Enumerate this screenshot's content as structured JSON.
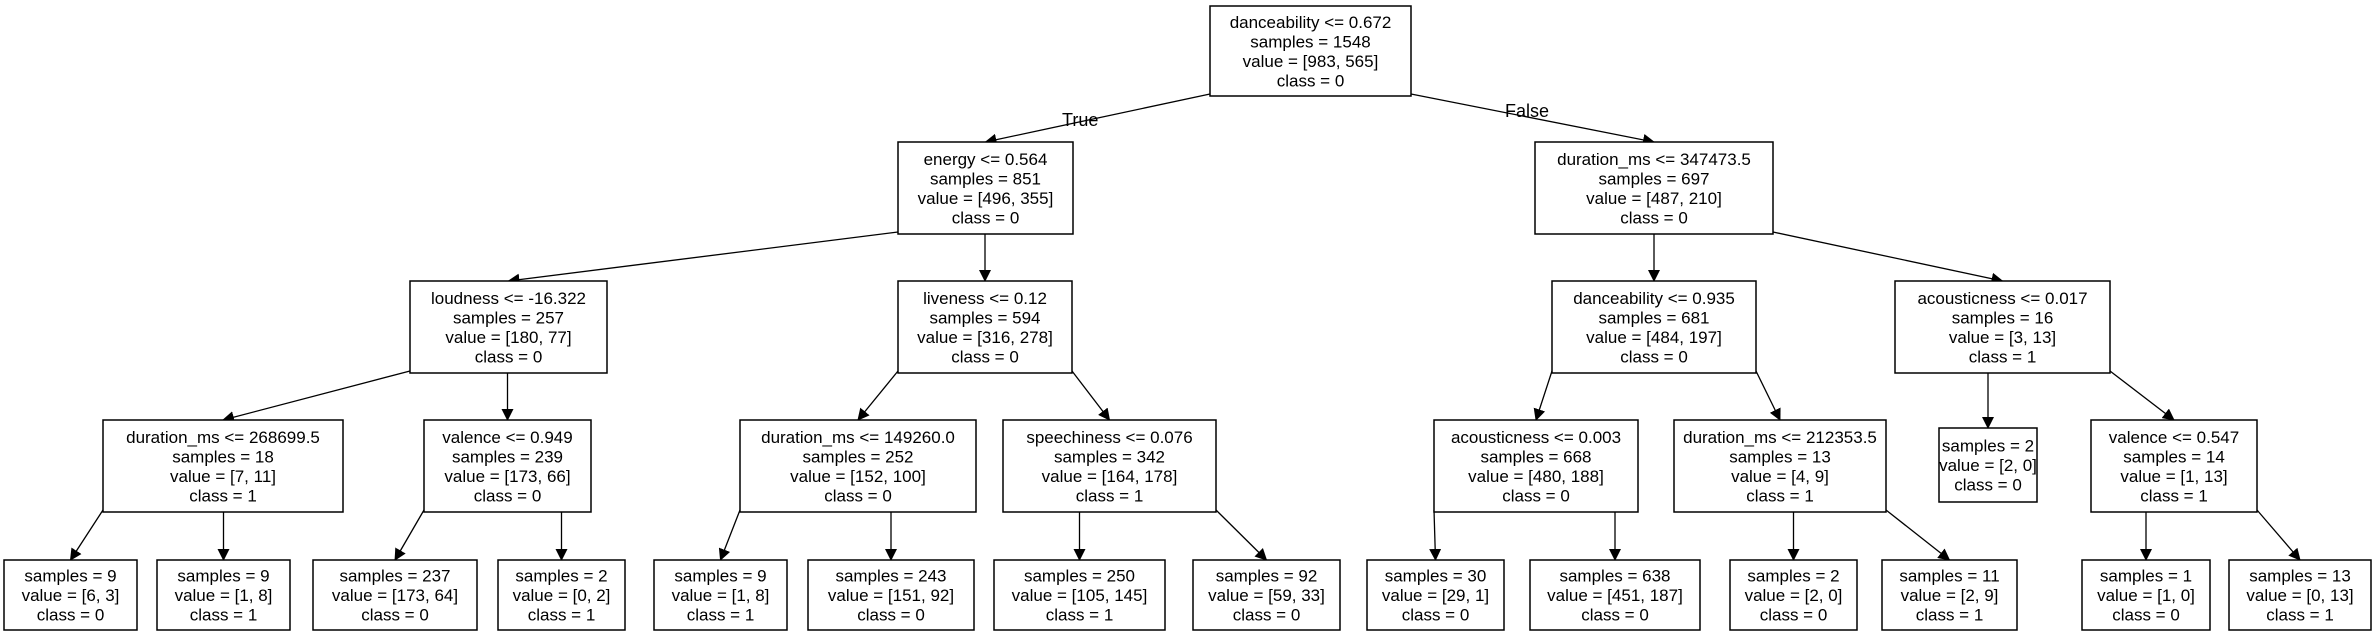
{
  "edge_labels": {
    "true_label": "True",
    "false_label": "False"
  },
  "nodes": [
    {
      "id": "n0",
      "lines": [
        "danceability <= 0.672",
        "samples = 1548",
        "value = [983, 565]",
        "class = 0"
      ]
    },
    {
      "id": "n1",
      "lines": [
        "energy <= 0.564",
        "samples = 851",
        "value = [496, 355]",
        "class = 0"
      ]
    },
    {
      "id": "n2",
      "lines": [
        "duration_ms <= 347473.5",
        "samples = 697",
        "value = [487, 210]",
        "class = 0"
      ]
    },
    {
      "id": "n3",
      "lines": [
        "loudness <= -16.322",
        "samples = 257",
        "value = [180, 77]",
        "class = 0"
      ]
    },
    {
      "id": "n4",
      "lines": [
        "liveness <= 0.12",
        "samples = 594",
        "value = [316, 278]",
        "class = 0"
      ]
    },
    {
      "id": "n5",
      "lines": [
        "danceability <= 0.935",
        "samples = 681",
        "value = [484, 197]",
        "class = 0"
      ]
    },
    {
      "id": "n6",
      "lines": [
        "acousticness <= 0.017",
        "samples = 16",
        "value = [3, 13]",
        "class = 1"
      ]
    },
    {
      "id": "n7",
      "lines": [
        "duration_ms <= 268699.5",
        "samples = 18",
        "value = [7, 11]",
        "class = 1"
      ]
    },
    {
      "id": "n8",
      "lines": [
        "valence <= 0.949",
        "samples = 239",
        "value = [173, 66]",
        "class = 0"
      ]
    },
    {
      "id": "n9",
      "lines": [
        "duration_ms <= 149260.0",
        "samples = 252",
        "value = [152, 100]",
        "class = 0"
      ]
    },
    {
      "id": "n10",
      "lines": [
        "speechiness <= 0.076",
        "samples = 342",
        "value = [164, 178]",
        "class = 1"
      ]
    },
    {
      "id": "n11",
      "lines": [
        "acousticness <= 0.003",
        "samples = 668",
        "value = [480, 188]",
        "class = 0"
      ]
    },
    {
      "id": "n12",
      "lines": [
        "duration_ms <= 212353.5",
        "samples = 13",
        "value = [4, 9]",
        "class = 1"
      ]
    },
    {
      "id": "n13",
      "lines": [
        "samples = 2",
        "value = [2, 0]",
        "class = 0"
      ]
    },
    {
      "id": "n14",
      "lines": [
        "valence <= 0.547",
        "samples = 14",
        "value = [1, 13]",
        "class = 1"
      ]
    },
    {
      "id": "n15",
      "lines": [
        "samples = 9",
        "value = [6, 3]",
        "class = 0"
      ]
    },
    {
      "id": "n16",
      "lines": [
        "samples = 9",
        "value = [1, 8]",
        "class = 1"
      ]
    },
    {
      "id": "n17",
      "lines": [
        "samples = 237",
        "value = [173, 64]",
        "class = 0"
      ]
    },
    {
      "id": "n18",
      "lines": [
        "samples = 2",
        "value = [0, 2]",
        "class = 1"
      ]
    },
    {
      "id": "n19",
      "lines": [
        "samples = 9",
        "value = [1, 8]",
        "class = 1"
      ]
    },
    {
      "id": "n20",
      "lines": [
        "samples = 243",
        "value = [151, 92]",
        "class = 0"
      ]
    },
    {
      "id": "n21",
      "lines": [
        "samples = 250",
        "value = [105, 145]",
        "class = 1"
      ]
    },
    {
      "id": "n22",
      "lines": [
        "samples = 92",
        "value = [59, 33]",
        "class = 0"
      ]
    },
    {
      "id": "n23",
      "lines": [
        "samples = 30",
        "value = [29, 1]",
        "class = 0"
      ]
    },
    {
      "id": "n24",
      "lines": [
        "samples = 638",
        "value = [451, 187]",
        "class = 0"
      ]
    },
    {
      "id": "n25",
      "lines": [
        "samples = 2",
        "value = [2, 0]",
        "class = 0"
      ]
    },
    {
      "id": "n26",
      "lines": [
        "samples = 11",
        "value = [2, 9]",
        "class = 1"
      ]
    },
    {
      "id": "n27",
      "lines": [
        "samples = 1",
        "value = [1, 0]",
        "class = 0"
      ]
    },
    {
      "id": "n28",
      "lines": [
        "samples = 13",
        "value = [0, 13]",
        "class = 1"
      ]
    }
  ],
  "edges": [
    {
      "from": "n0",
      "to": "n1"
    },
    {
      "from": "n0",
      "to": "n2"
    },
    {
      "from": "n1",
      "to": "n3"
    },
    {
      "from": "n1",
      "to": "n4"
    },
    {
      "from": "n2",
      "to": "n5"
    },
    {
      "from": "n2",
      "to": "n6"
    },
    {
      "from": "n3",
      "to": "n7"
    },
    {
      "from": "n3",
      "to": "n8"
    },
    {
      "from": "n4",
      "to": "n9"
    },
    {
      "from": "n4",
      "to": "n10"
    },
    {
      "from": "n5",
      "to": "n11"
    },
    {
      "from": "n5",
      "to": "n12"
    },
    {
      "from": "n6",
      "to": "n13"
    },
    {
      "from": "n6",
      "to": "n14"
    },
    {
      "from": "n7",
      "to": "n15"
    },
    {
      "from": "n7",
      "to": "n16"
    },
    {
      "from": "n8",
      "to": "n17"
    },
    {
      "from": "n8",
      "to": "n18"
    },
    {
      "from": "n9",
      "to": "n19"
    },
    {
      "from": "n9",
      "to": "n20"
    },
    {
      "from": "n10",
      "to": "n21"
    },
    {
      "from": "n10",
      "to": "n22"
    },
    {
      "from": "n11",
      "to": "n23"
    },
    {
      "from": "n11",
      "to": "n24"
    },
    {
      "from": "n12",
      "to": "n25"
    },
    {
      "from": "n12",
      "to": "n26"
    },
    {
      "from": "n14",
      "to": "n27"
    },
    {
      "from": "n14",
      "to": "n28"
    }
  ]
}
